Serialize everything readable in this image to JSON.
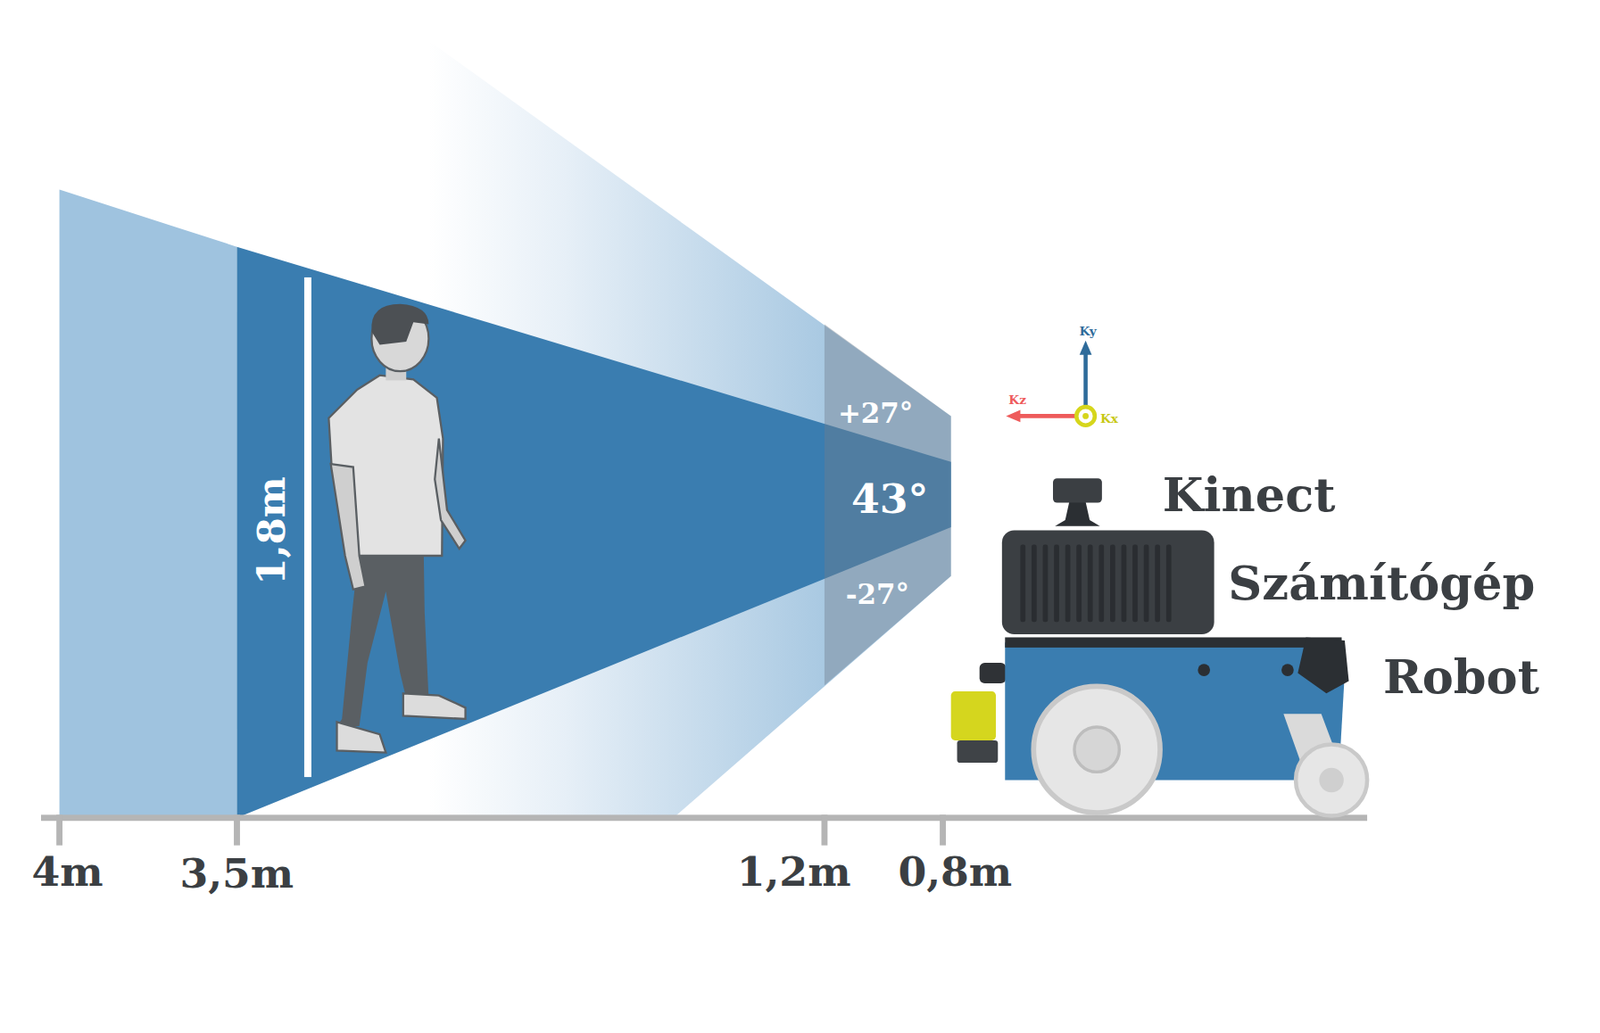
{
  "diagram": {
    "labels": [
      "+27°",
      "43°",
      "-27°",
      "1,8m",
      "Ky",
      "Kz",
      "Kx",
      "Kinect",
      "Számítógép",
      "Robot",
      "4m",
      "3,5m",
      "1,2m",
      "0,8m"
    ]
  }
}
